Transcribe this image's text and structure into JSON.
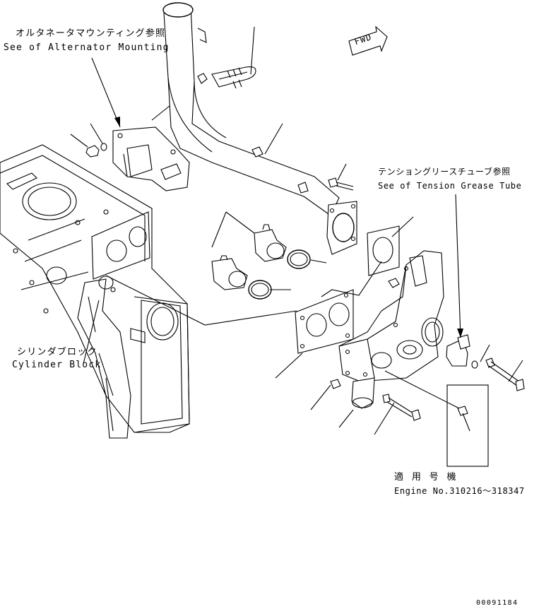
{
  "labels": {
    "alternator_jp": "オルタネータマウンティング参照",
    "alternator_en": "See of Alternator Mounting",
    "tension_jp": "テンショングリースチューブ参照",
    "tension_en": "See of Tension Grease Tube",
    "cylinder_jp": "シリンダブロック",
    "cylinder_en": "Cylinder Block",
    "applicable_jp": "適 用 号 機",
    "engine_no": "Engine No.310216～318347",
    "fwd": "FWD",
    "drawing_no": "00091184"
  }
}
